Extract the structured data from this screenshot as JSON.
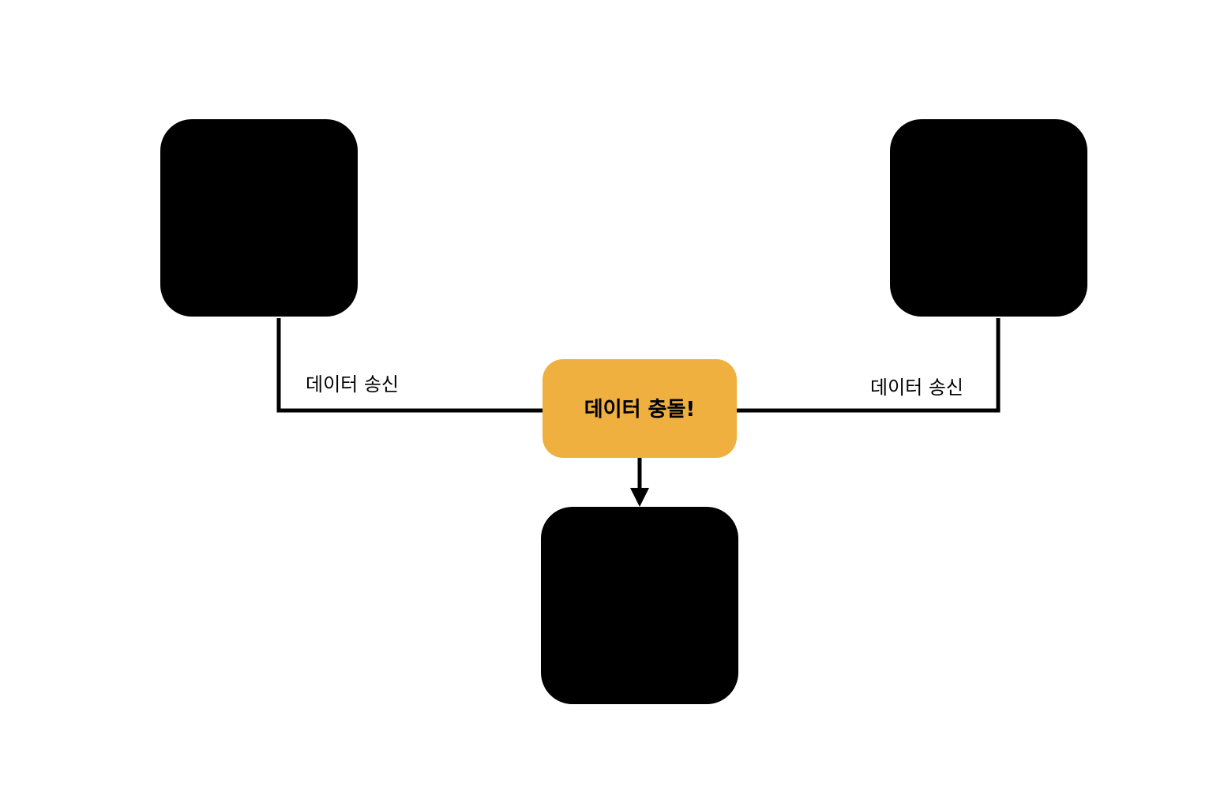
{
  "diagram": {
    "nodes": {
      "sender_left": {
        "label": ""
      },
      "sender_right": {
        "label": ""
      },
      "collision": {
        "label": "데이터 충돌!"
      },
      "receiver": {
        "label": ""
      }
    },
    "edges": {
      "left_send": {
        "label": "데이터 송신"
      },
      "right_send": {
        "label": "데이터 송신"
      }
    }
  },
  "colors": {
    "node": "#000000",
    "collision_fill": "#f0b040",
    "line": "#000000",
    "background": "#ffffff"
  }
}
